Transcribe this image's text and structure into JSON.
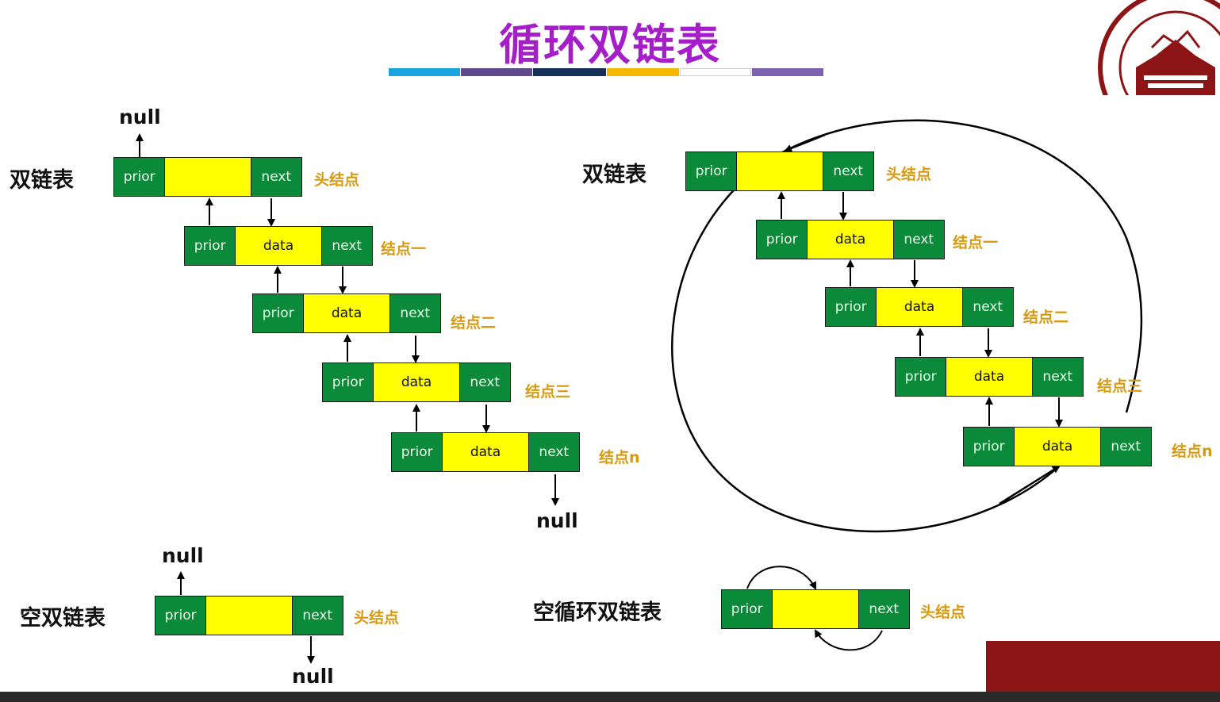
{
  "title": "循环双链表",
  "color_bars": [
    "#1aa3e0",
    "#5e4a8c",
    "#15315a",
    "#f5b800",
    "#ffffff",
    "#7d62b0"
  ],
  "labels": {
    "double_list": "双链表",
    "double_list_right": "双链表",
    "empty_double": "空双链表",
    "empty_circular": "空循环双链表"
  },
  "null_text": "null",
  "node_labels": {
    "head": "头结点",
    "n1": "结点一",
    "n2": "结点二",
    "n3": "结点三",
    "nn": "结点n"
  },
  "cells": {
    "prior": "prior",
    "data": "data",
    "next": "next"
  },
  "colors": {
    "title": "#a61ec9",
    "node_green": "#0b8a3a",
    "node_yellow": "#ffff00",
    "node_label": "#d89a10",
    "logo_red": "#8c1414"
  },
  "icons": [
    "university-seal-icon"
  ]
}
